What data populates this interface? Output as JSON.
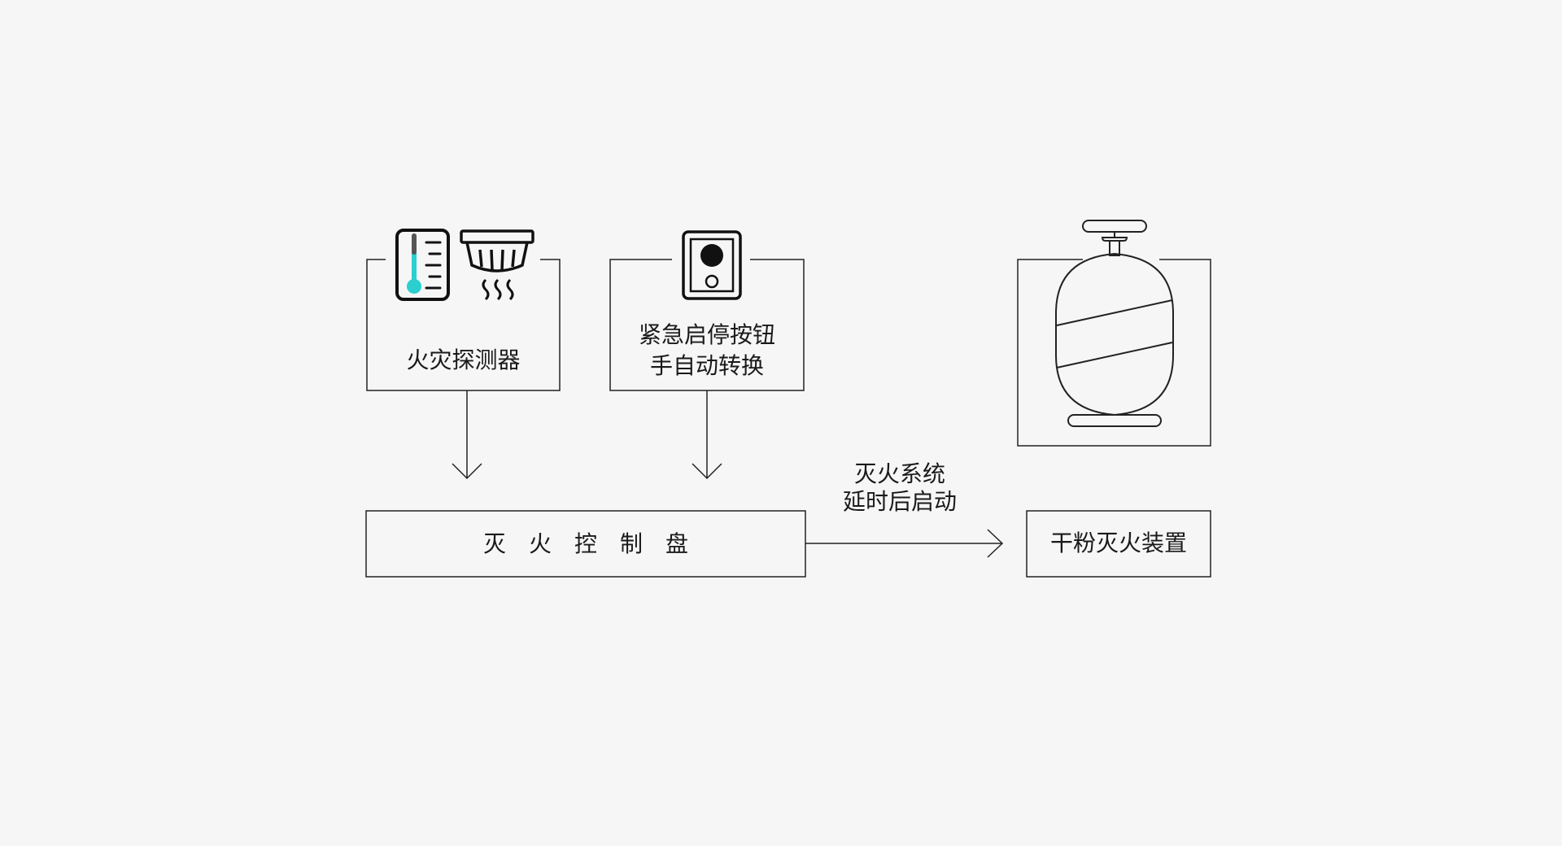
{
  "colors": {
    "background": "#f6f6f6",
    "line": "#222222",
    "accent": "#2ccfcf"
  },
  "icons": {
    "detector_left": "thermometer-icon",
    "detector_right": "smoke-detector-icon",
    "button": "emergency-button-icon",
    "extinguisher": "fire-extinguisher-tank-icon"
  },
  "detector_box": {
    "label": "火灾探测器"
  },
  "emergency_box": {
    "line1": "紧急启停按钮",
    "line2": "手自动转换"
  },
  "control_panel": {
    "label": "灭火控制盘"
  },
  "arrow_label": {
    "line1": "灭火系统",
    "line2": "延时后启动"
  },
  "device_box": {
    "label": "干粉灭火装置"
  }
}
